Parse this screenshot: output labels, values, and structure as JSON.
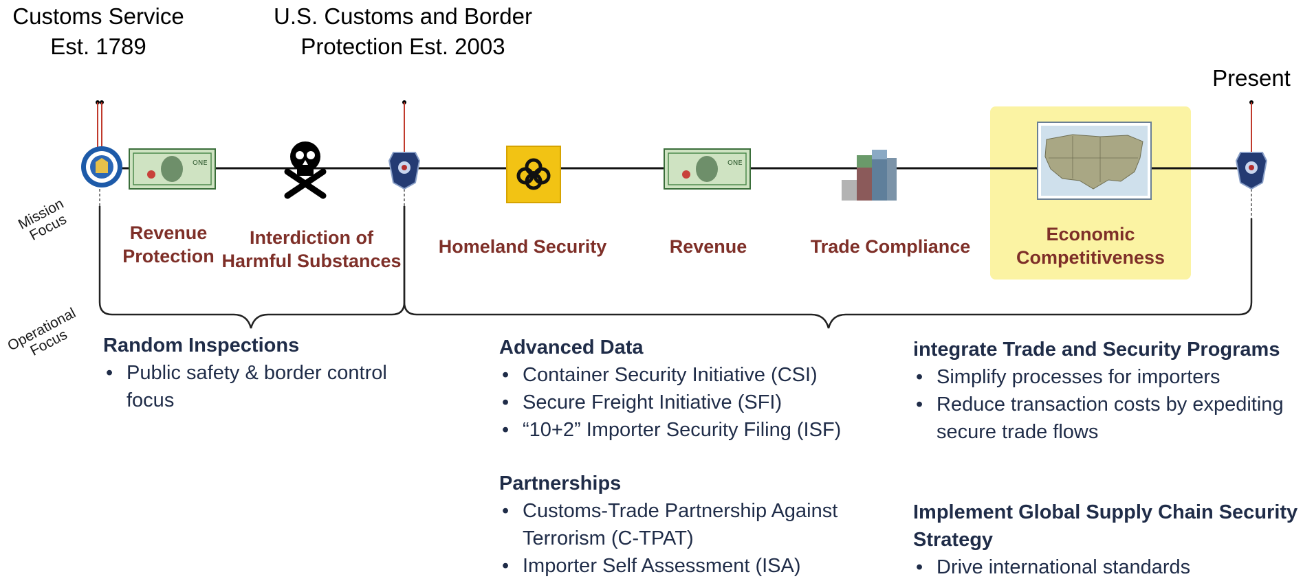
{
  "eras": {
    "customs_service": "Customs Service Est. 1789",
    "cbp": "U.S. Customs and Border Protection Est. 2003",
    "present": "Present"
  },
  "side_labels": {
    "mission": "Mission Focus",
    "operational": "Operational Focus"
  },
  "icons": [
    "customs-seal-icon",
    "dollar-bill-icon",
    "skull-crossbones-icon",
    "cbp-badge-icon",
    "biohazard-icon",
    "dollar-bill-icon",
    "shipping-containers-icon",
    "us-map-icon",
    "cbp-badge-icon"
  ],
  "missions": {
    "revenue_protection": "Revenue Protection",
    "interdiction": "Interdiction of Harmful Substances",
    "homeland_security": "Homeland Security",
    "revenue": "Revenue",
    "trade_compliance": "Trade Compliance",
    "economic": "Economic Competitiveness"
  },
  "operational": {
    "random": {
      "heading": "Random Inspections",
      "items": [
        "Public safety & border control focus"
      ]
    },
    "advanced_data": {
      "heading": "Advanced Data",
      "items": [
        "Container Security Initiative (CSI)",
        "Secure Freight Initiative (SFI)",
        "“10+2” Importer Security Filing (ISF)"
      ]
    },
    "partnerships": {
      "heading": "Partnerships",
      "items": [
        "Customs-Trade Partnership Against Terrorism (C-TPAT)",
        "Importer Self Assessment (ISA)"
      ]
    },
    "integrate": {
      "heading": "integrate Trade and Security Programs",
      "items": [
        "Simplify processes for importers",
        "Reduce transaction costs by expediting secure trade flows"
      ]
    },
    "global": {
      "heading": "Implement Global Supply Chain Security Strategy",
      "items": [
        "Drive international standards"
      ]
    }
  },
  "colors": {
    "mission_text": "#7e2f28",
    "operational_text": "#1f2c48",
    "highlight": "#fbf3a3",
    "marker_line": "#c0392b"
  }
}
